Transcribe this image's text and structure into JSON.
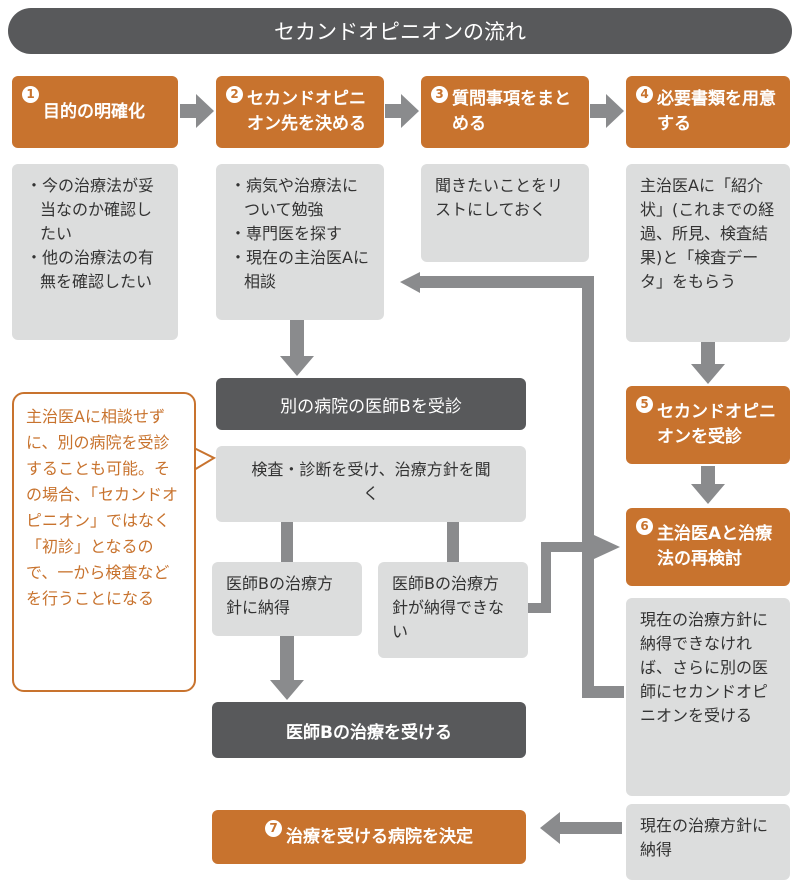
{
  "title": "セカンドオピニオンの流れ",
  "steps": [
    {
      "num": "1",
      "label": "目的の明確化"
    },
    {
      "num": "2",
      "label": "セカンドオピニオン先を決める"
    },
    {
      "num": "3",
      "label": "質問事項をまとめる"
    },
    {
      "num": "4",
      "label": "必要書類を用意する"
    },
    {
      "num": "5",
      "label": "セカンドオピニオンを受診"
    },
    {
      "num": "6",
      "label": "主治医Aと治療法の再検討"
    },
    {
      "num": "7",
      "label": "治療を受ける病院を決定"
    }
  ],
  "details": {
    "step1": [
      "今の治療法が妥当なのか確認したい",
      "他の治療法の有無を確認したい"
    ],
    "step2": [
      "病気や治療法について勉強",
      "専門医を探す",
      "現在の主治医Aに相談"
    ],
    "step3": "聞きたいことをリストにしておく",
    "step4": "主治医Aに「紹介状」(これまでの経過、所見、検査結果)と「検査データ」をもらう"
  },
  "flow": {
    "visit_b": "別の病院の医師Bを受診",
    "exam": "検査・診断を受け、治療方針を聞く",
    "agree": "医師Bの治療方針に納得",
    "disagree": "医師Bの治療方針が納得できない",
    "treat_b": "医師Bの治療を受ける",
    "step6_note": "現在の治療方針に納得できなければ、さらに別の医師にセカンドオピニオンを受ける",
    "step6_agree": "現在の治療方針に納得"
  },
  "note": "主治医Aに相談せずに、別の病院を受診することも可能。その場合、「セカンドオピニオン」ではなく「初診」となるので、一から検査などを行うことになる",
  "colors": {
    "orange": "#c8732e",
    "dark": "#58595b",
    "gray": "#dcdddd",
    "arrow": "#8a8b8d"
  }
}
